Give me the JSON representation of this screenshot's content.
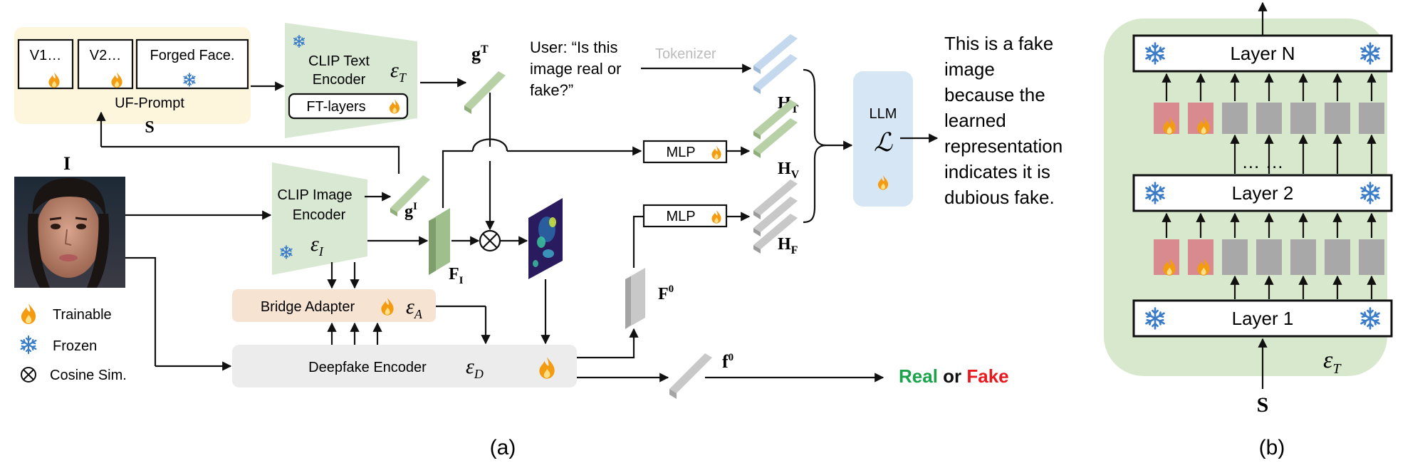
{
  "prompt": {
    "v1": "V1…",
    "v2": "V2…",
    "forged_face": "Forged Face.",
    "uf_prompt": "UF-Prompt",
    "s": "S"
  },
  "text_encoder": {
    "title_line1": "CLIP Text",
    "title_line2": "Encoder",
    "symbol": "ε",
    "subscript": "T",
    "ft_layers": "FT-layers"
  },
  "image_encoder": {
    "title_line1": "CLIP Image",
    "title_line2": "Encoder",
    "symbol": "ε",
    "subscript": "I"
  },
  "bridge": {
    "label": "Bridge Adapter",
    "symbol": "ε",
    "subscript": "A"
  },
  "deepfake": {
    "label": "Deepfake Encoder",
    "symbol": "ε",
    "subscript": "D"
  },
  "input_image_label": "I",
  "user_query": {
    "line1": "User: “Is this",
    "line2": "image real or",
    "line3": "fake?”"
  },
  "tokenizer": "Tokenizer",
  "features": {
    "gT": "g",
    "gT_sup": "T",
    "gI": "g",
    "gI_sup": "I",
    "FI": "F",
    "FI_sub": "I",
    "F0": "F",
    "F0_sup": "0",
    "f0": "f",
    "f0_sup": "0",
    "HT": "H",
    "HT_sub": "T",
    "HV": "H",
    "HV_sub": "V",
    "HF": "H",
    "HF_sub": "F"
  },
  "mlp_label": "MLP",
  "llm": {
    "label": "LLM",
    "symbol": "ℒ"
  },
  "answer": {
    "line1": "This is a fake",
    "line2": "image",
    "line3": "because the",
    "line4": "learned",
    "line5": "representation",
    "line6": "indicates it is",
    "line7": "dubious fake."
  },
  "result": {
    "real": "Real",
    "or": " or ",
    "fake": "Fake"
  },
  "legend": {
    "trainable": "Trainable",
    "frozen": "Frozen",
    "cosine": "Cosine Sim."
  },
  "panel_b": {
    "layer_n": "Layer N",
    "layer_2": "Layer 2",
    "layer_1": "Layer 1",
    "dots": "… …",
    "symbol": "ε",
    "subscript": "T",
    "s": "S"
  },
  "captions": {
    "a": "(a)",
    "b": "(b)"
  },
  "colors": {
    "prompt_bg": "#fdf5dc",
    "encoder_green": "#d9e8d2",
    "bridge_bg": "#f7e3d2",
    "deepfake_bg": "#ececec",
    "llm_bg": "#d6e6f4",
    "panel_b_bg": "#d8e8cc",
    "prompt_token": "#d88a8f",
    "gray_token": "#a8a8a8",
    "real": "#1aa34a",
    "fake": "#e8191f",
    "tokenizer": "#bbbbbb",
    "flame": "#f39c12",
    "snow": "#3a7cc7"
  }
}
